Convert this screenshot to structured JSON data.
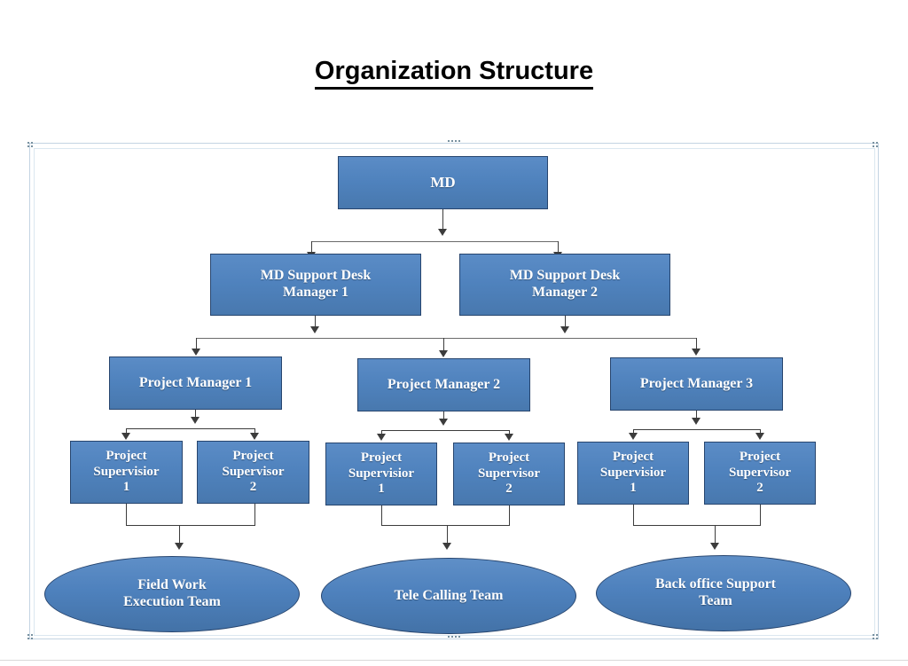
{
  "document": {
    "title": "Organization Structure"
  },
  "chart_data": {
    "type": "diagram",
    "diagram_type": "organization-chart",
    "title": "Organization Structure",
    "colors": {
      "node_fill": "#4e81bd",
      "node_border": "#27456e",
      "node_text": "#ffffff",
      "connector": "#3c3c3c",
      "frame": "#c3d4e2",
      "background": "#ffffff"
    },
    "levels": [
      {
        "level": 1,
        "shape": "rectangle",
        "nodes": [
          "MD"
        ]
      },
      {
        "level": 2,
        "shape": "rectangle",
        "nodes": [
          "MD Support Desk Manager 1",
          "MD Support Desk Manager 2"
        ]
      },
      {
        "level": 3,
        "shape": "rectangle",
        "nodes": [
          "Project Manager 1",
          "Project Manager 2",
          "Project Manager 3"
        ]
      },
      {
        "level": 4,
        "shape": "rectangle",
        "nodes": [
          "Project Supervisior 1",
          "Project Supervisor 2",
          "Project Supervisior 1",
          "Project Supervisor 2",
          "Project Supervisior 1",
          "Project Supervisor 2"
        ]
      },
      {
        "level": 5,
        "shape": "ellipse",
        "nodes": [
          "Field Work Execution Team",
          "Tele Calling Team",
          "Back office Support Team"
        ]
      }
    ],
    "edges": [
      {
        "from": "MD",
        "to": "MD Support Desk Manager 1"
      },
      {
        "from": "MD",
        "to": "MD Support Desk Manager 2"
      },
      {
        "from": "MD Support Desk Manager 1",
        "to": "Project Manager 1"
      },
      {
        "from": "MD Support Desk Manager 1",
        "to": "Project Manager 2"
      },
      {
        "from": "MD Support Desk Manager 1",
        "to": "Project Manager 3"
      },
      {
        "from": "MD Support Desk Manager 2",
        "to": "Project Manager 1"
      },
      {
        "from": "MD Support Desk Manager 2",
        "to": "Project Manager 2"
      },
      {
        "from": "MD Support Desk Manager 2",
        "to": "Project Manager 3"
      },
      {
        "from": "Project Manager 1",
        "to": "Project Supervisior 1 (A)"
      },
      {
        "from": "Project Manager 1",
        "to": "Project Supervisor 2 (A)"
      },
      {
        "from": "Project Manager 2",
        "to": "Project Supervisior 1 (B)"
      },
      {
        "from": "Project Manager 2",
        "to": "Project Supervisor 2 (B)"
      },
      {
        "from": "Project Manager 3",
        "to": "Project Supervisior 1 (C)"
      },
      {
        "from": "Project Manager 3",
        "to": "Project Supervisor 2 (C)"
      },
      {
        "from": "Project Supervisior 1 (A)",
        "to": "Field Work Execution Team"
      },
      {
        "from": "Project Supervisor 2 (A)",
        "to": "Field Work Execution Team"
      },
      {
        "from": "Project Supervisior 1 (B)",
        "to": "Tele Calling Team"
      },
      {
        "from": "Project Supervisor 2 (B)",
        "to": "Tele Calling Team"
      },
      {
        "from": "Project Supervisior 1 (C)",
        "to": "Back office Support Team"
      },
      {
        "from": "Project Supervisor 2 (C)",
        "to": "Back office Support Team"
      }
    ]
  },
  "nodes": {
    "md": "MD",
    "support_manager_1_line1": "MD Support Desk",
    "support_manager_1_line2": "Manager 1",
    "support_manager_2_line1": "MD Support Desk",
    "support_manager_2_line2": "Manager 2",
    "project_manager_1": "Project Manager 1",
    "project_manager_2": "Project Manager 2",
    "project_manager_3": "Project Manager 3",
    "supervisor_a1_line1": "Project",
    "supervisor_a1_line2": "Supervisior",
    "supervisor_a1_line3": "1",
    "supervisor_a2_line1": "Project",
    "supervisor_a2_line2": "Supervisor",
    "supervisor_a2_line3": "2",
    "supervisor_b1_line1": "Project",
    "supervisor_b1_line2": "Supervisior",
    "supervisor_b1_line3": "1",
    "supervisor_b2_line1": "Project",
    "supervisor_b2_line2": "Supervisor",
    "supervisor_b2_line3": "2",
    "supervisor_c1_line1": "Project",
    "supervisor_c1_line2": "Supervisior",
    "supervisor_c1_line3": "1",
    "supervisor_c2_line1": "Project",
    "supervisor_c2_line2": "Supervisor",
    "supervisor_c2_line3": "2",
    "team_field_line1": "Field Work",
    "team_field_line2": "Execution Team",
    "team_tele": "Tele Calling Team",
    "team_backoffice_line1": "Back office Support",
    "team_backoffice_line2": "Team"
  }
}
